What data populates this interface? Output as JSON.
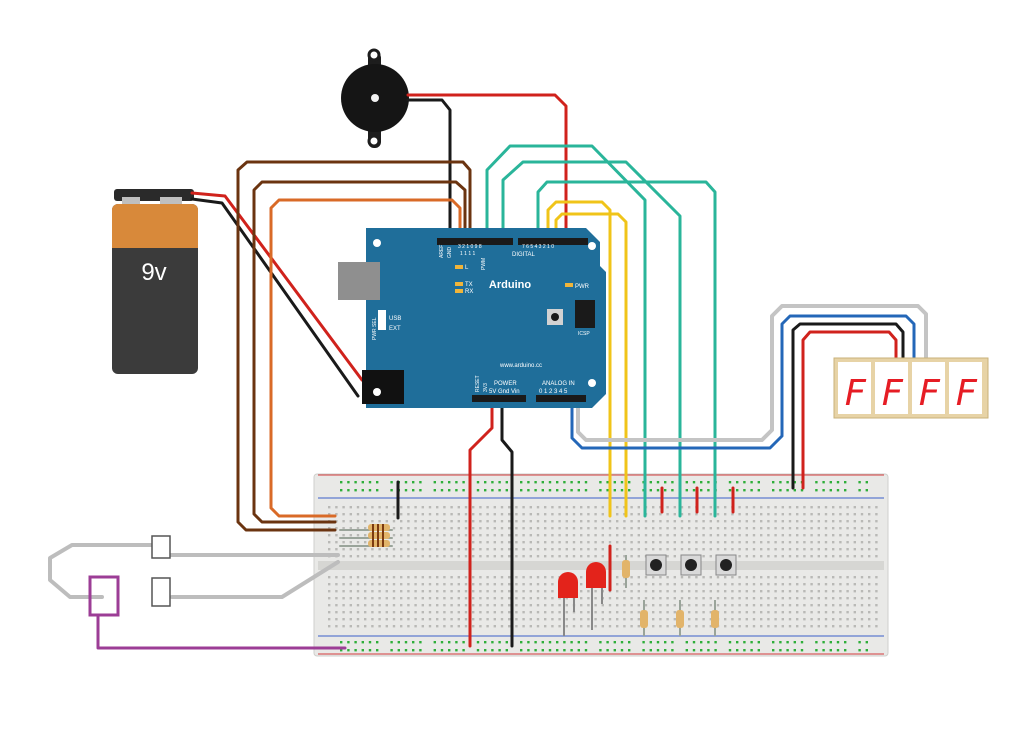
{
  "battery": {
    "label": "9v"
  },
  "arduino": {
    "brand": "Arduino",
    "site": "www.arduino.cc",
    "digital": "DIGITAL",
    "aref": "AREF",
    "gnd_top": "GND",
    "pins_hi": "1 1 1 1",
    "pins_hi2": "3 2 1 0 9 8",
    "pins_lo": "7 6 5 4 3 2 1 0",
    "pwm": "PWM",
    "tx": "TX",
    "rx": "RX",
    "led_l": "L",
    "pwr_led": "PWR",
    "icsp": "ICSP",
    "pwr_sel": "PWR SEL",
    "usb": "USB",
    "ext": "EXT",
    "reset": "RESET",
    "v33": "3V3",
    "power": "POWER",
    "power_pins": "5V Gnd Vin",
    "analog_in": "ANALOG IN",
    "analog_pins": "0 1 2 3 4 5"
  },
  "display": {
    "digits": [
      "F",
      "F",
      "F",
      "F"
    ]
  },
  "colors": {
    "board": "#1f6e9a",
    "red": "#d0221c",
    "black": "#1a1a1a",
    "teal": "#2ab59a",
    "yellow": "#f0c419",
    "brown": "#6b3410",
    "orange": "#d96a27",
    "blue": "#2467b8",
    "purple": "#9c3d96",
    "display_red": "#e61c24"
  }
}
